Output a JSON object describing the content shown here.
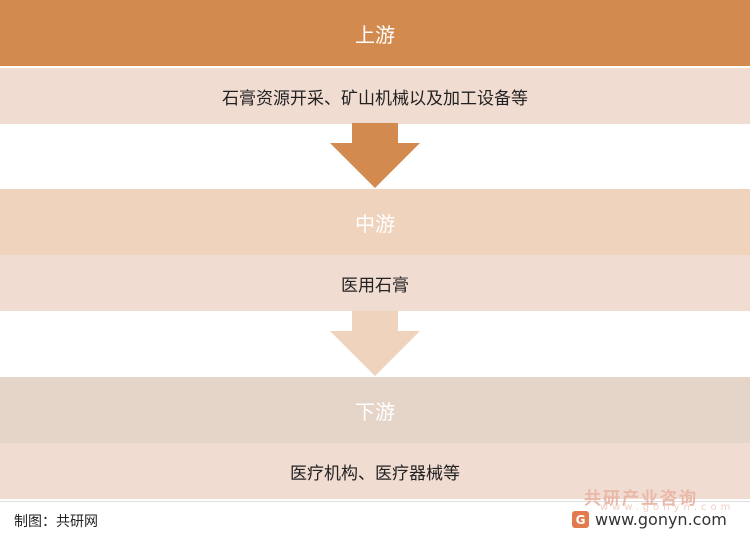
{
  "colors": {
    "upstream_header": "#d38a4f",
    "upstream_header_text": "#ffffff",
    "midstream_header": "#efd3bd",
    "midstream_header_text": "#ffffff",
    "downstream_header": "#e5d5c8",
    "downstream_header_text": "#ffffff",
    "content_bg": "#f1dcd2",
    "arrow_1": "#d38a4f",
    "arrow_2": "#efd3bd",
    "logo": "#e37a4e"
  },
  "stages": [
    {
      "title": "上游",
      "content": "石膏资源开采、矿山机械以及加工设备等"
    },
    {
      "title": "中游",
      "content": "医用石膏"
    },
    {
      "title": "下游",
      "content": "医疗机构、医疗器械等"
    }
  ],
  "footer": {
    "credit": "制图：共研网",
    "watermark": "共研产业咨询",
    "watermark_sub": "www.gonyn.com",
    "website": "www.gonyn.com",
    "logo_glyph": "G"
  }
}
